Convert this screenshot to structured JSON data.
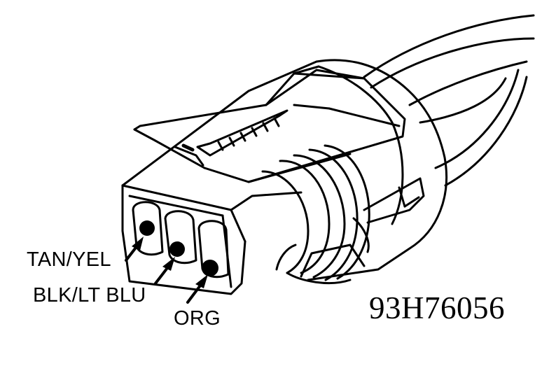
{
  "wire_labels": {
    "tan_yel": "TAN/YEL",
    "blk_lt_blu": "BLK/LT BLU",
    "org": "ORG"
  },
  "figure_code": "93H76056",
  "colors": {
    "ink": "#000000",
    "paper": "#ffffff"
  }
}
